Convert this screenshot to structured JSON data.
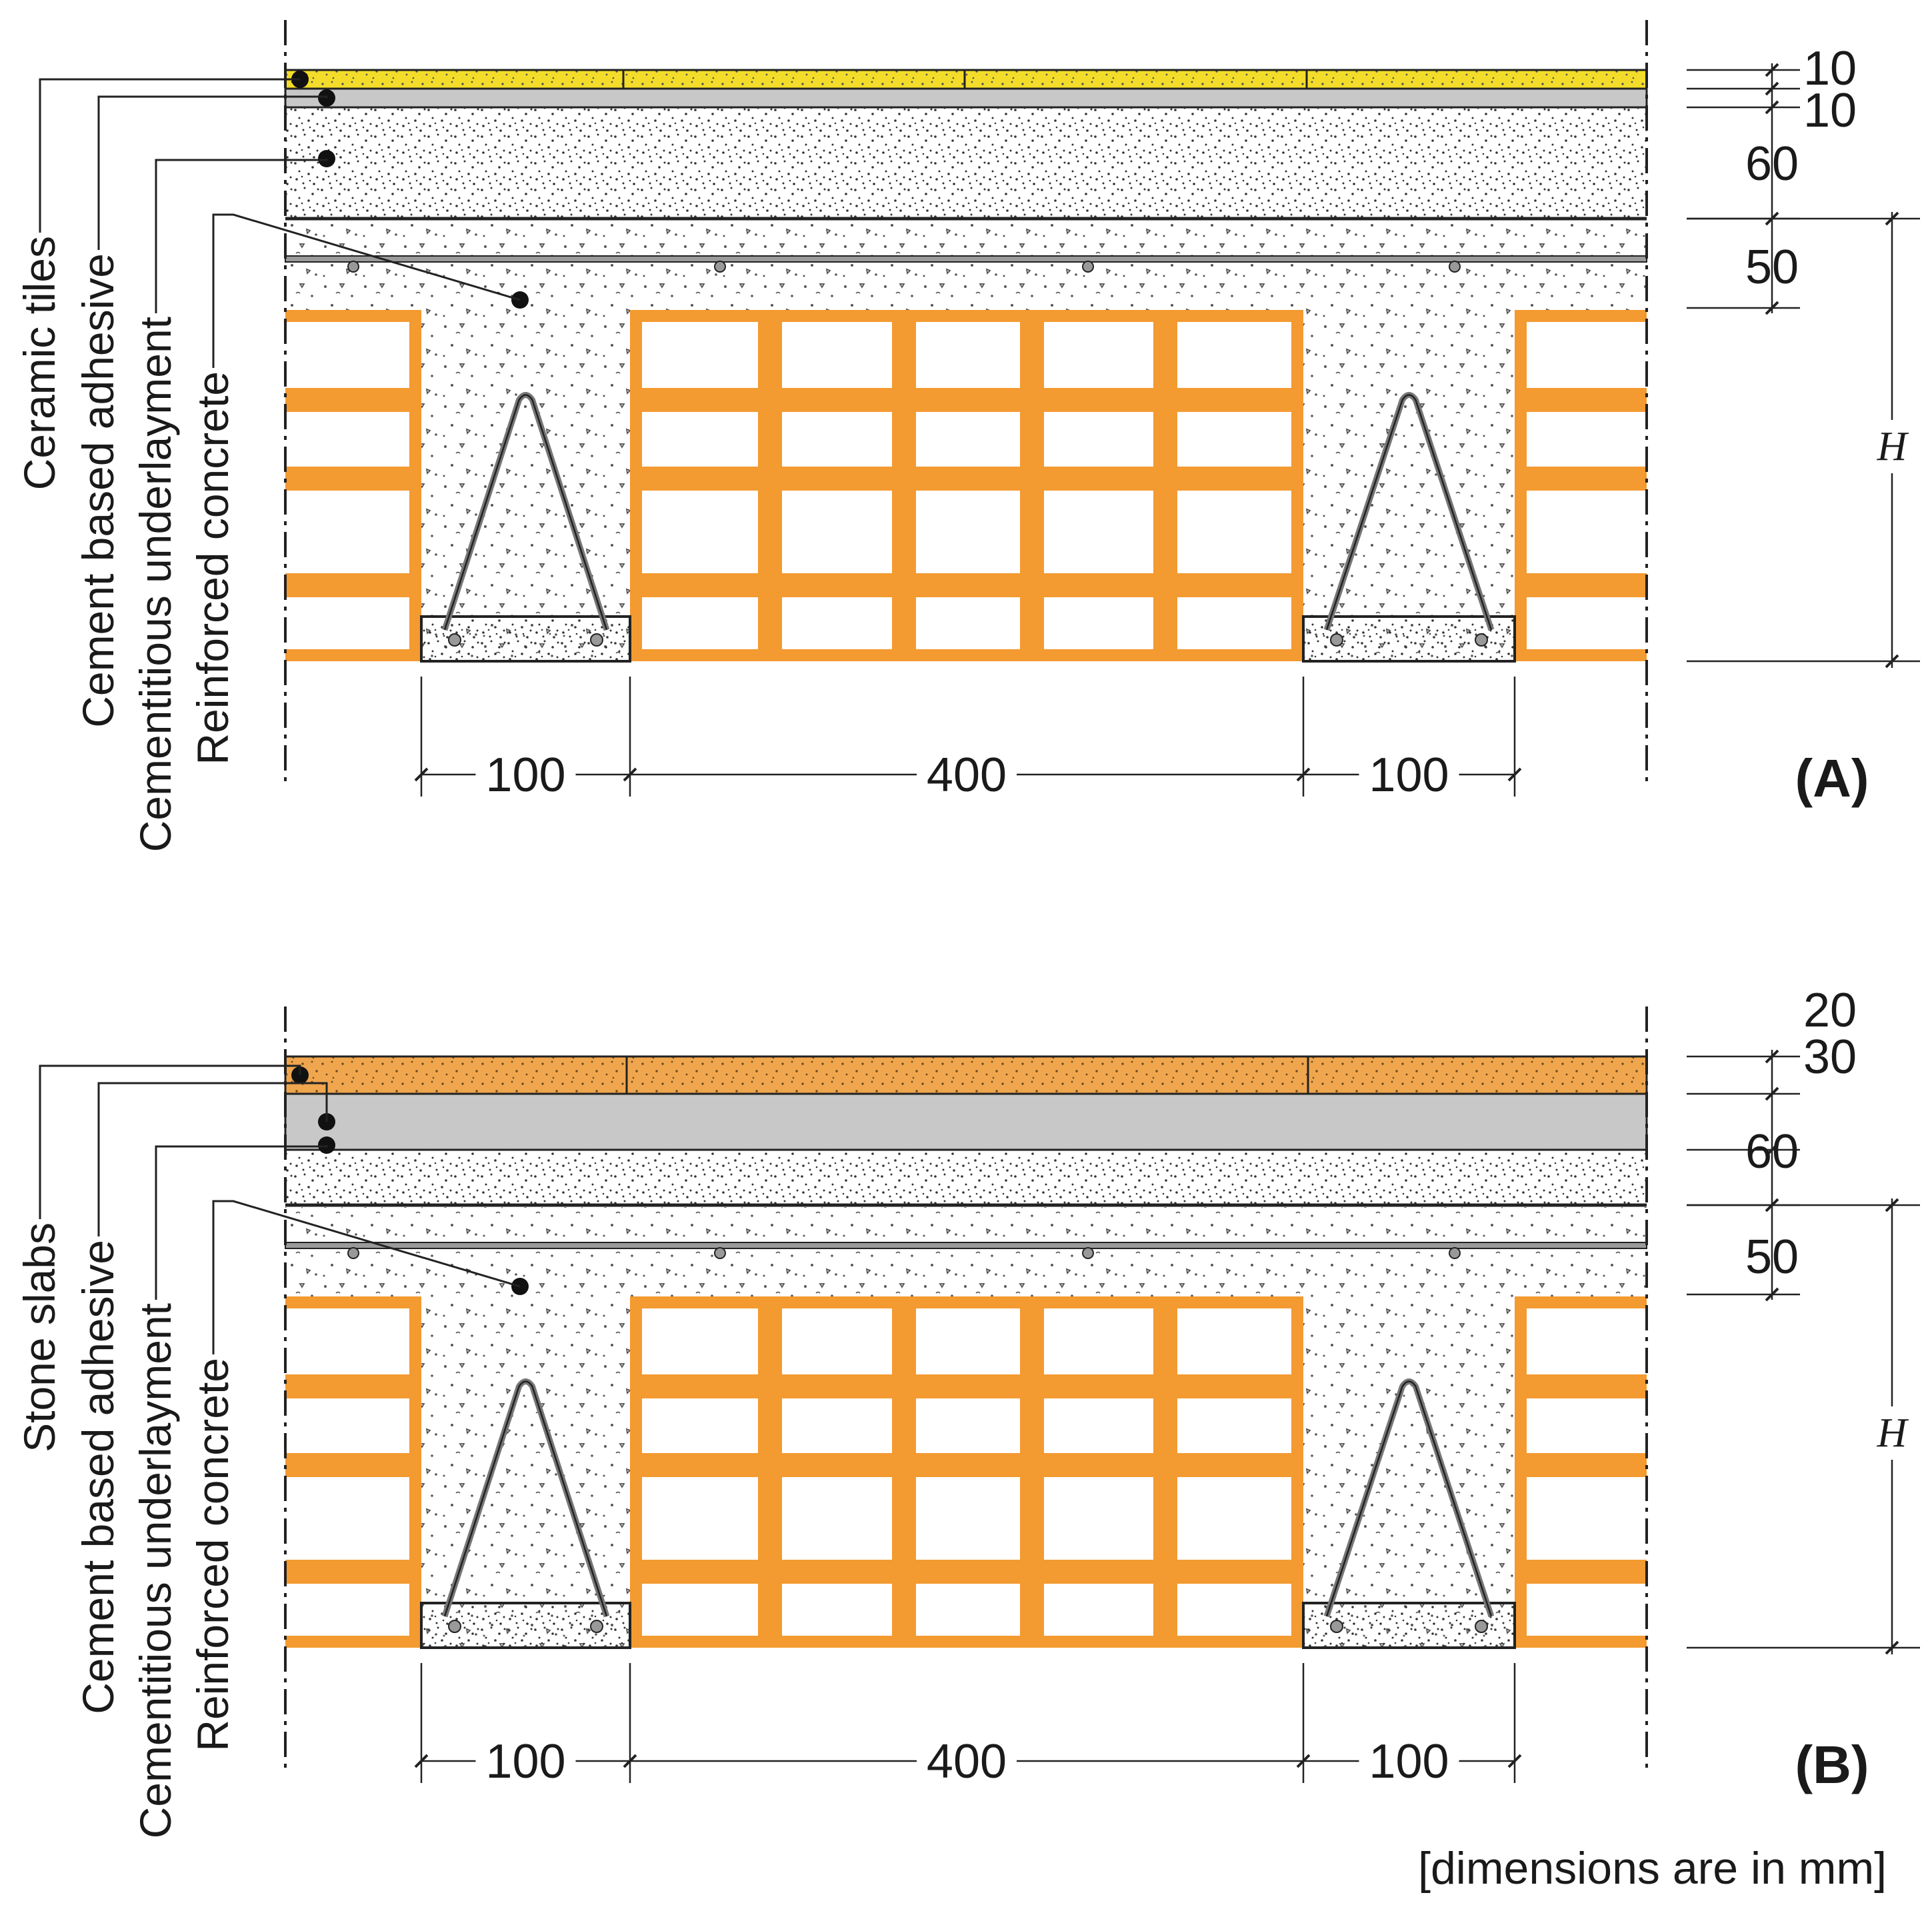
{
  "note": "[dimensions are in mm]",
  "colors": {
    "tile": "#f2dc2a",
    "stone": "#f0a64e",
    "adhesive": "#c8c8c8",
    "brick": "#f39a30",
    "line": "#222222"
  },
  "panels": [
    {
      "id": "A",
      "tag": "(A)",
      "labels": [
        "Ceramic tiles",
        "Cement based adhesive",
        "Cementitious underlayment",
        "Reinforced concrete"
      ],
      "layer_dims": [
        "10",
        "10",
        "60",
        "50"
      ],
      "height_label": "H",
      "bottom_dims": [
        "100",
        "400",
        "100"
      ]
    },
    {
      "id": "B",
      "tag": "(B)",
      "labels": [
        "Stone slabs",
        "Cement based adhesive",
        "Cementitious underlayment",
        "Reinforced concrete"
      ],
      "layer_dims": [
        "20",
        "30",
        "60",
        "50"
      ],
      "height_label": "H",
      "bottom_dims": [
        "100",
        "400",
        "100"
      ]
    }
  ]
}
